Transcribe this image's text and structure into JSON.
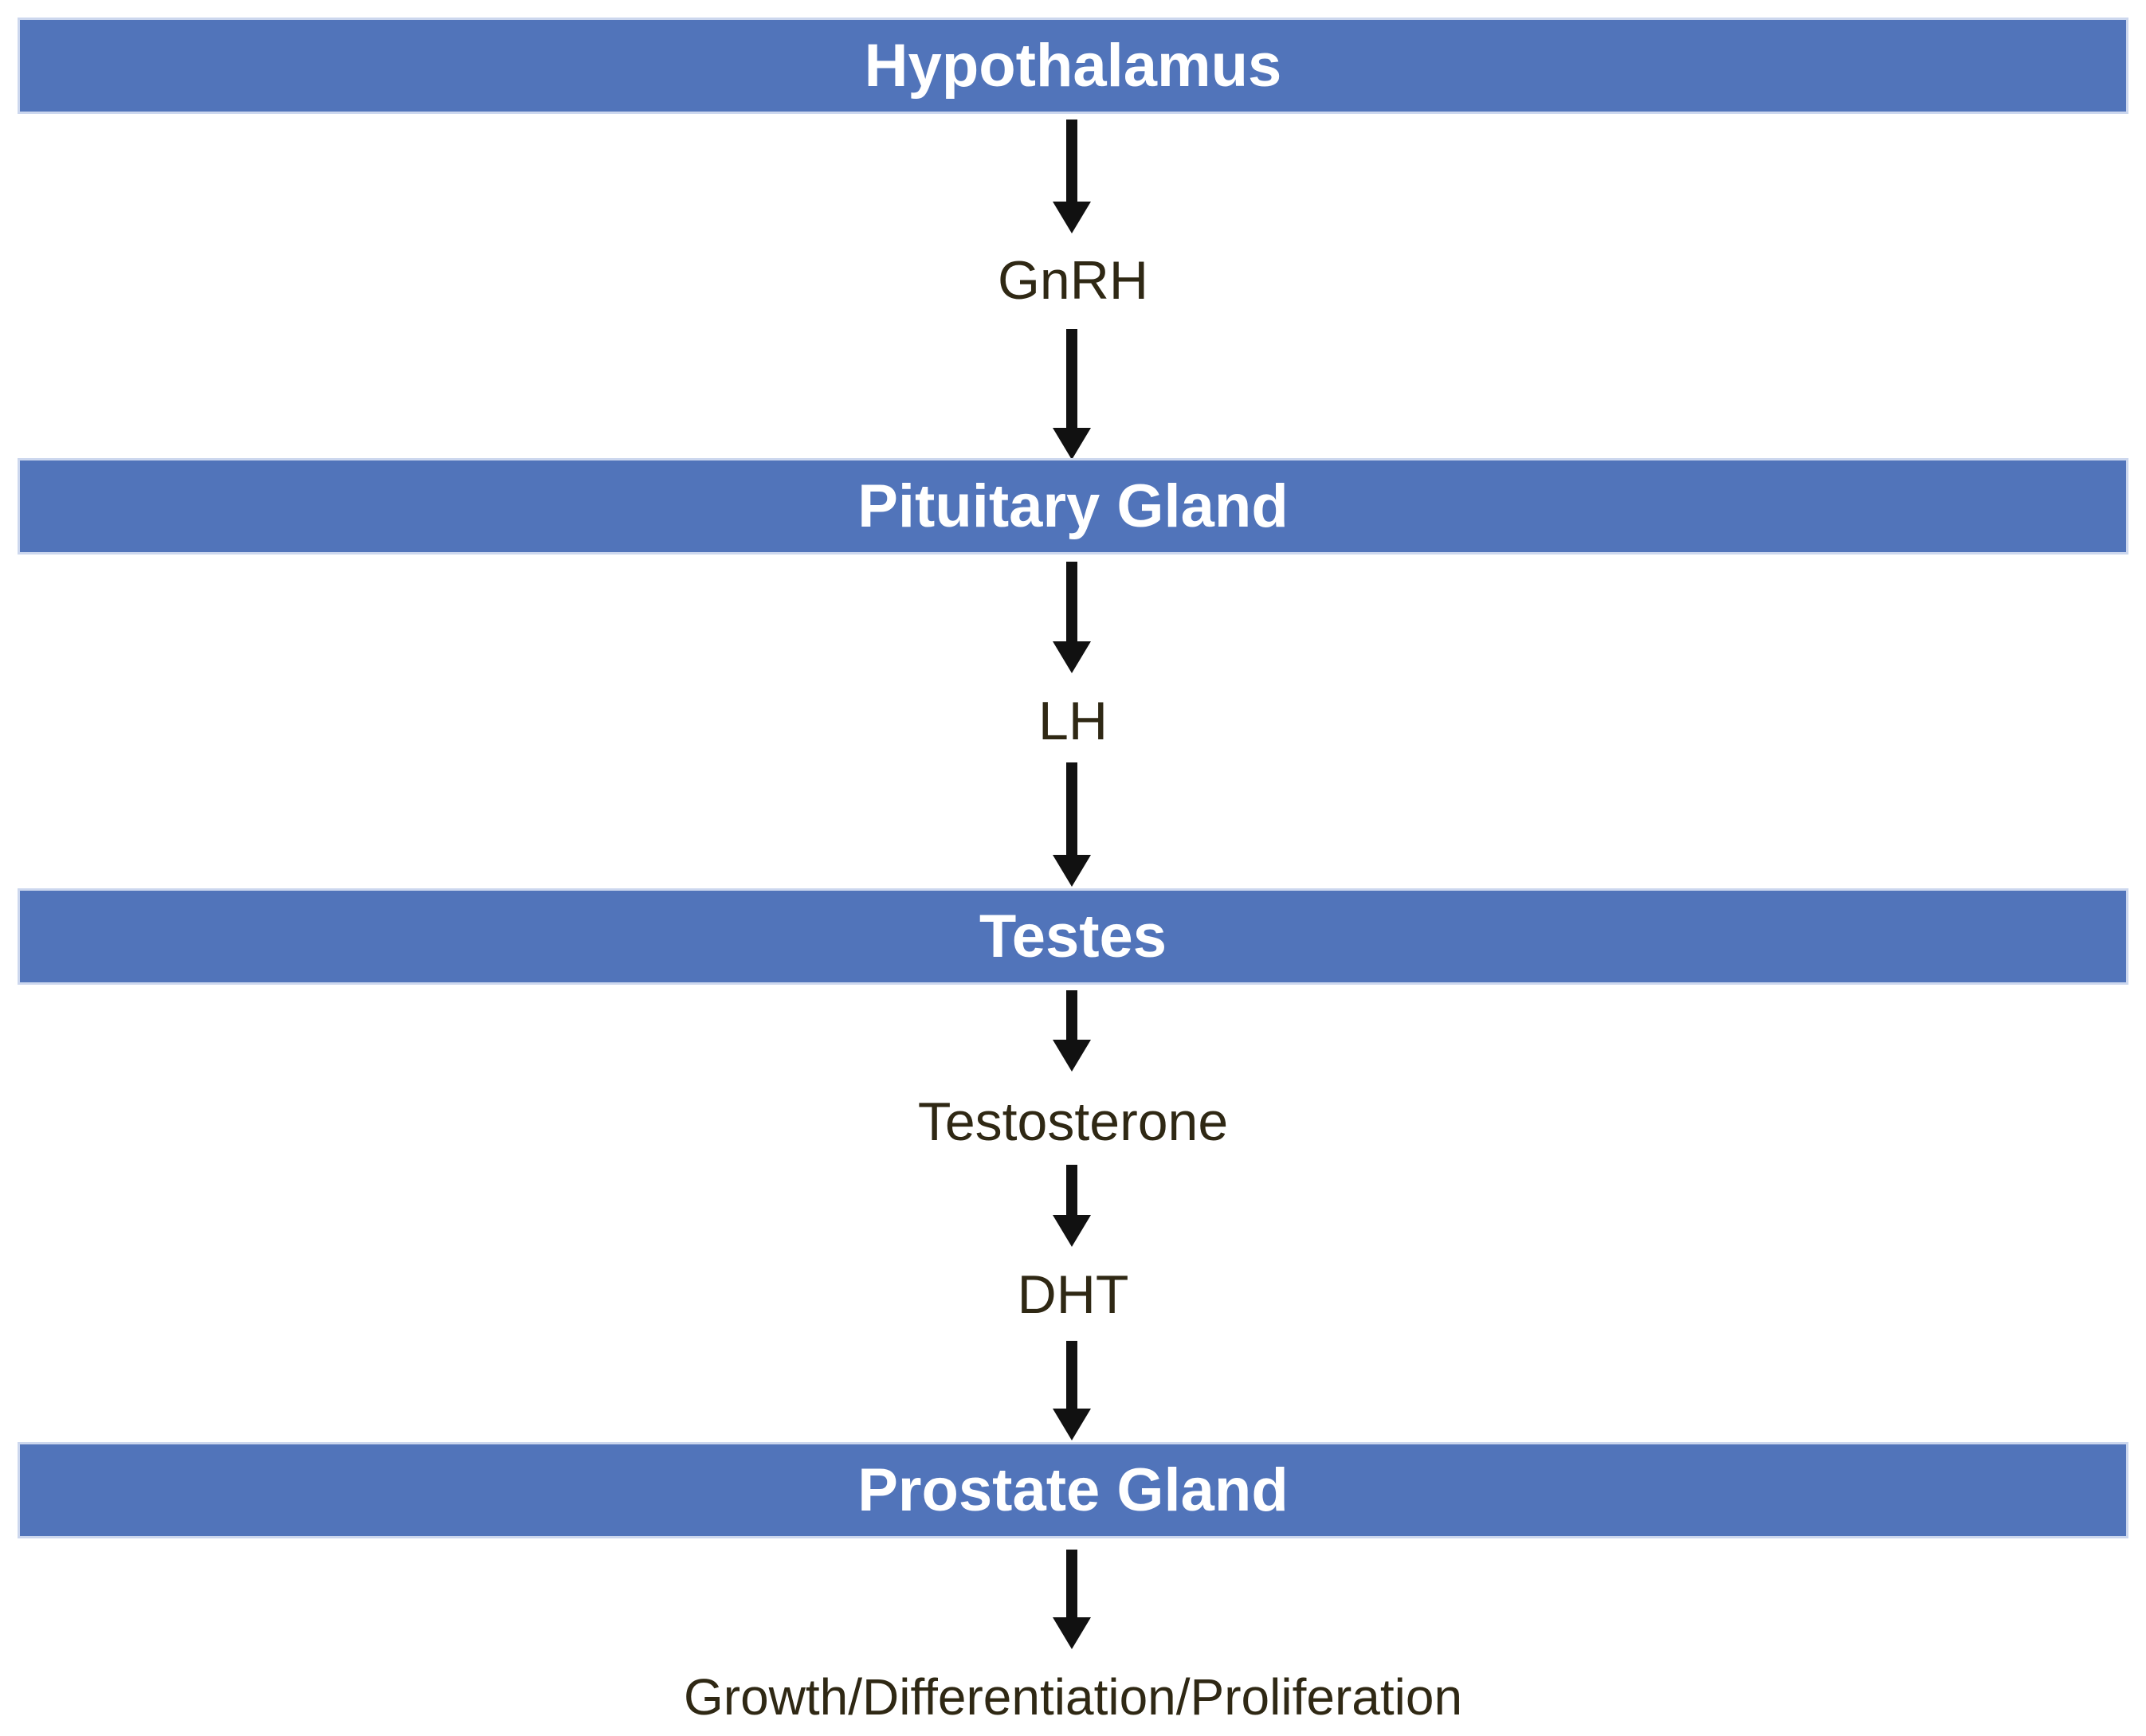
{
  "flow": {
    "description_kind": "signaling-pathway-flowchart",
    "nodes": [
      {
        "id": "hypothalamus",
        "kind": "organ-banner",
        "label": "Hypothalamus"
      },
      {
        "id": "gnrh",
        "kind": "hormone-label",
        "label": "GnRH"
      },
      {
        "id": "pituitary",
        "kind": "organ-banner",
        "label": "Pituitary Gland"
      },
      {
        "id": "lh",
        "kind": "hormone-label",
        "label": "LH"
      },
      {
        "id": "testes",
        "kind": "organ-banner",
        "label": "Testes"
      },
      {
        "id": "testosterone",
        "kind": "hormone-label",
        "label": "Testosterone"
      },
      {
        "id": "dht",
        "kind": "hormone-label",
        "label": "DHT"
      },
      {
        "id": "prostate",
        "kind": "organ-banner",
        "label": "Prostate Gland"
      },
      {
        "id": "outcome",
        "kind": "outcome-label",
        "label": "Growth/Differentiation/Proliferation"
      }
    ],
    "arrows": [
      {
        "from": "hypothalamus",
        "to": "gnrh"
      },
      {
        "from": "gnrh",
        "to": "pituitary"
      },
      {
        "from": "pituitary",
        "to": "lh"
      },
      {
        "from": "lh",
        "to": "testes"
      },
      {
        "from": "testes",
        "to": "testosterone"
      },
      {
        "from": "testosterone",
        "to": "dht"
      },
      {
        "from": "dht",
        "to": "prostate"
      },
      {
        "from": "prostate",
        "to": "outcome"
      }
    ],
    "colors": {
      "banner_fill": "#5174ba",
      "banner_border": "#ccd7ee",
      "banner_text": "#ffffff",
      "label_text": "#2f2814",
      "arrow": "#111111",
      "background": "#ffffff"
    }
  }
}
